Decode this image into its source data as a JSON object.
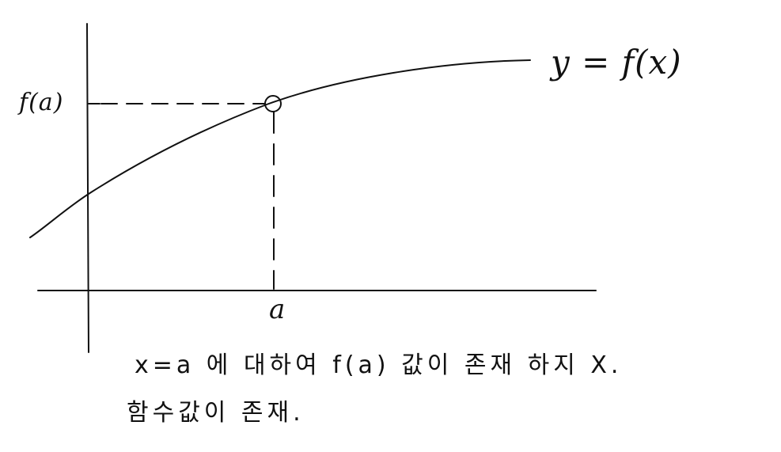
{
  "diagram": {
    "curve_label": "y = f(x)",
    "point_y_label": "f(a)",
    "point_x_label": "a",
    "notes": [
      "x=a 에 대하여 f(a) 값이 존재 하지 X.",
      "함수값이 존재."
    ],
    "point_marker": "open-circle"
  }
}
